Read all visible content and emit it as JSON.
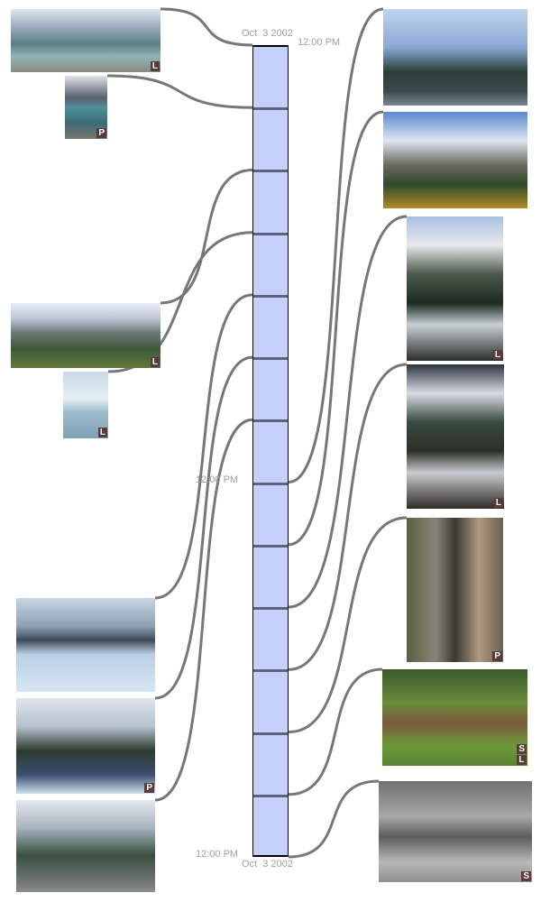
{
  "timeline": {
    "start_date": "Oct  3 2002",
    "start_time": "12:00 PM",
    "mid_time": "12:00 PM",
    "end_time": "12:00 PM",
    "end_date": "Oct  3 2002",
    "segments": 13
  },
  "left_photos": [
    {
      "name": "lake-louise-panorama",
      "badges": [
        "L"
      ]
    },
    {
      "name": "person-at-lake",
      "badges": [
        "P"
      ]
    },
    {
      "name": "valley-highway-panorama",
      "badges": [
        "L"
      ]
    },
    {
      "name": "glacier-sign",
      "badges": [
        "L"
      ]
    },
    {
      "name": "icefield-walk",
      "badges": []
    },
    {
      "name": "three-people-on-glacier",
      "badges": [
        "P"
      ]
    },
    {
      "name": "mountain-highway",
      "badges": []
    }
  ],
  "right_photos": [
    {
      "name": "mountain-river",
      "badges": []
    },
    {
      "name": "autumn-forest-mountains",
      "badges": []
    },
    {
      "name": "waterfall-mountain",
      "badges": [
        "L"
      ]
    },
    {
      "name": "waterfall-canyon",
      "badges": [
        "L"
      ]
    },
    {
      "name": "people-in-canyon",
      "badges": [
        "P"
      ]
    },
    {
      "name": "elk-grazing",
      "badges": [
        "S",
        "L"
      ]
    },
    {
      "name": "elk-bw",
      "badges": [
        "S"
      ]
    }
  ]
}
